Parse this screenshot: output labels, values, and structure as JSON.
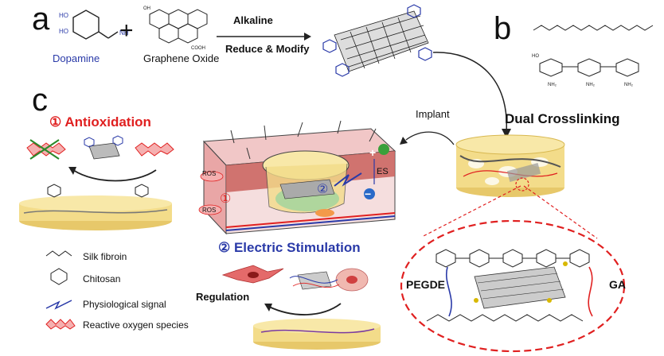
{
  "panels": {
    "a": "a",
    "b": "b",
    "c": "c"
  },
  "reactants": {
    "dopamine": "Dopamine",
    "graphene_oxide": "Graphene Oxide",
    "plus": "+"
  },
  "reaction": {
    "top": "Alkaline",
    "bottom": "Reduce & Modify"
  },
  "crosslink": {
    "title": "Dual Crosslinking",
    "implant": "Implant",
    "pegde": "PEGDE",
    "ga": "GA"
  },
  "mechanisms": {
    "antioxidation": "① Antioxidation",
    "electric": "② Electric Stimulation",
    "regulation": "Regulation"
  },
  "tissue": {
    "ros": "ROS",
    "es": "ES",
    "one": "①",
    "two": "②",
    "plus": "+",
    "minus": "−"
  },
  "legend": [
    {
      "label": "Silk fibroin",
      "icon": "silk-fibroin-icon"
    },
    {
      "label": "Chitosan",
      "icon": "chitosan-icon"
    },
    {
      "label": "Physiological signal",
      "icon": "lightning-icon"
    },
    {
      "label": "Reactive oxygen species",
      "icon": "ros-icon"
    }
  ],
  "colors": {
    "red": "#e02020",
    "blue": "#2a3aa8",
    "hydrogel": "#f3dc8a",
    "skin": "#e9a6a6"
  }
}
